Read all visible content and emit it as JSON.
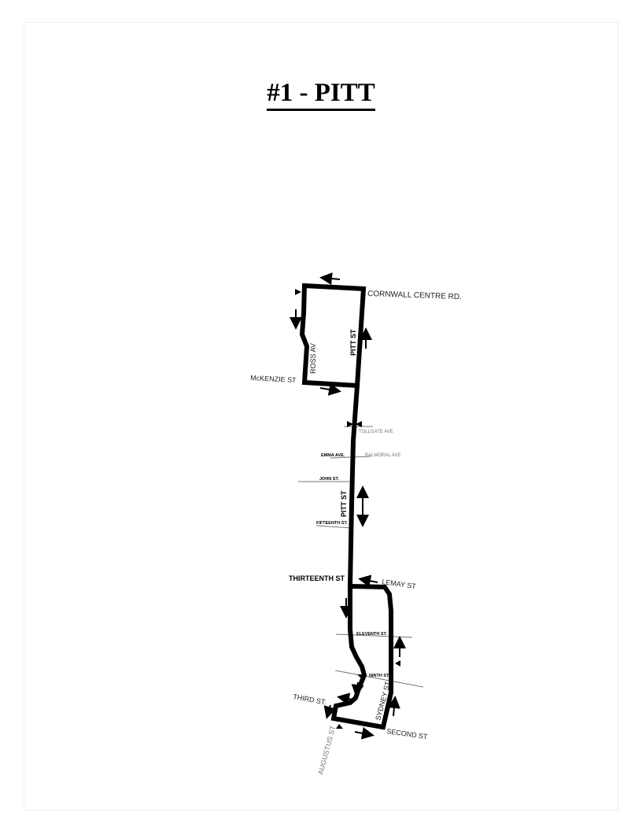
{
  "title": "#1 - PITT",
  "streets": {
    "cornwall_centre_rd": "CORNWALL CENTRE RD.",
    "pitt_st_upper": "PITT ST",
    "ross_av": "ROSS AV",
    "mckenzie_st": "McKENZIE ST",
    "tollgate_ave": "TOLLGATE AVE",
    "emma_ave": "EMMA AVE.",
    "balmoral_ave": "BALMORAL AVE",
    "john_st": "JOHN ST.",
    "pitt_st_lower": "PITT ST",
    "fifteenth_st": "FIFTEENTH ST.",
    "thirteenth_st": "THIRTEENTH ST",
    "lemay_st": "LEMAY ST",
    "eleventh_st": "ELEVENTH ST.",
    "ninth_st": "NINTH ST.",
    "third_st": "THIRD ST.",
    "sydney_st": "SYDNEY ST",
    "second_st": "SECOND ST",
    "augustus_st": "AUGUSTUS ST"
  },
  "colors": {
    "route": "#000000",
    "street_line": "#777777",
    "label": "#222222"
  }
}
